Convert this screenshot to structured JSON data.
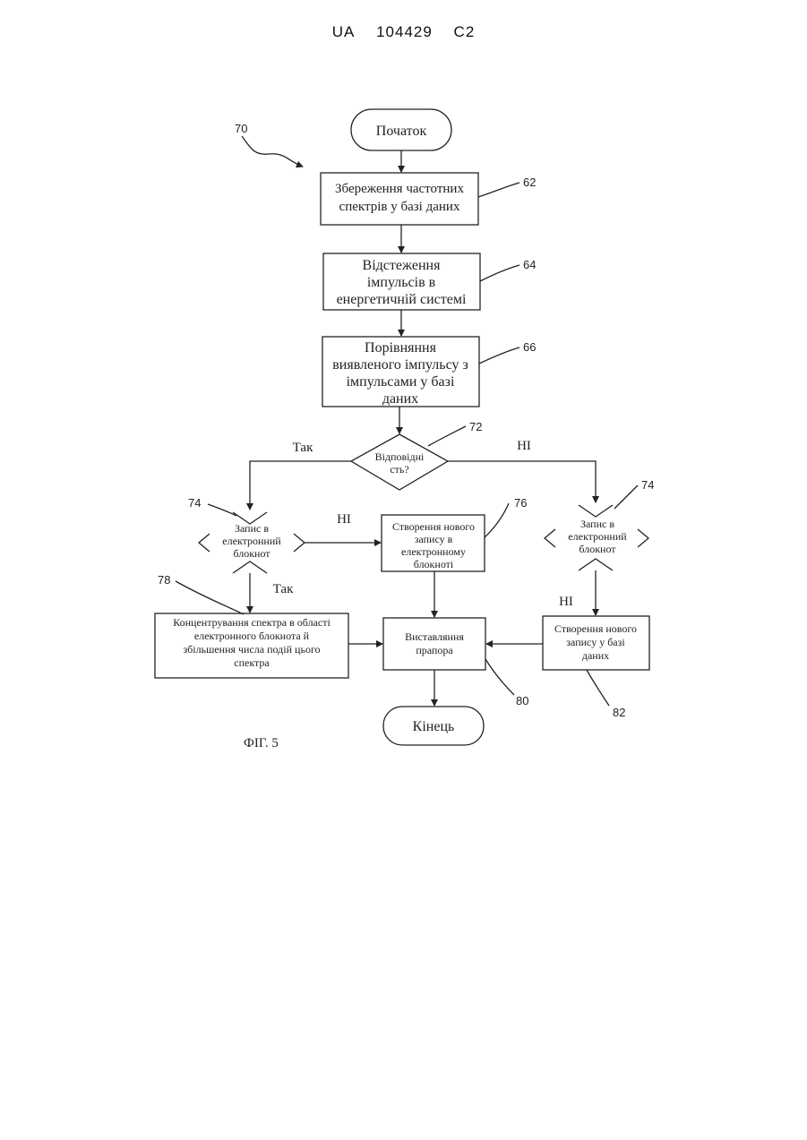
{
  "header": {
    "country": "UA",
    "number": "104429",
    "kind": "C2"
  },
  "figure": {
    "ref_main": "70",
    "caption": "ФІГ. 5",
    "start": "Початок",
    "step62": {
      "ref": "62",
      "lines": [
        "Збереження частотних",
        "спектрів у базі даних"
      ]
    },
    "step64": {
      "ref": "64",
      "lines": [
        "Відстеження",
        "імпульсів в",
        "енергетичній системі"
      ]
    },
    "step66": {
      "ref": "66",
      "lines": [
        "Порівняння",
        "виявленого імпульсу з",
        "імпульсами у базі",
        "даних"
      ]
    },
    "decision72": {
      "ref": "72",
      "lines": [
        "Відповідні",
        "сть?"
      ],
      "yes": "Так",
      "no": "НІ"
    },
    "decision74_left": {
      "ref": "74",
      "lines": [
        "Запис в",
        "електронний",
        "блокнот"
      ],
      "no": "НІ",
      "yes": "Так"
    },
    "decision74_right": {
      "ref": "74",
      "lines": [
        "Запис в",
        "електронний",
        "блокнот"
      ],
      "no": "НІ"
    },
    "step76": {
      "ref": "76",
      "lines": [
        "Створення нового",
        "запису в",
        "електронному",
        "блокноті"
      ]
    },
    "step78": {
      "ref": "78",
      "lines": [
        "Концентрування спектра в області",
        "електронного блокнота й",
        "збільшення числа подій цього",
        "спектра"
      ]
    },
    "step80": {
      "ref": "80",
      "lines": [
        "Виставляння",
        "прапора"
      ]
    },
    "step82": {
      "ref": "82",
      "lines": [
        "Створення нового",
        "запису у базі",
        "даних"
      ]
    },
    "end": "Кінець"
  }
}
